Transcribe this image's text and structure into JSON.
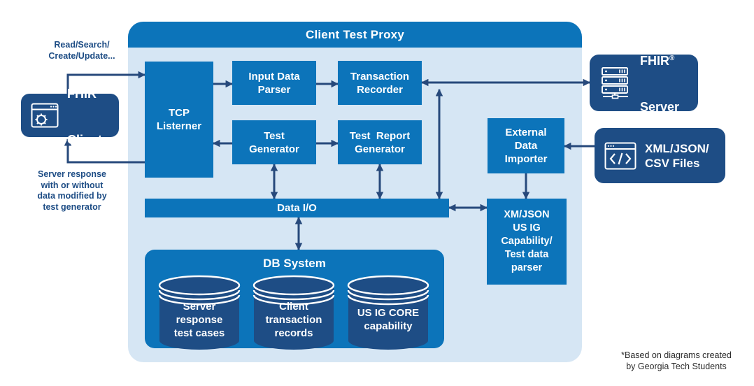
{
  "diagram": {
    "title": "Client Test Proxy",
    "colors": {
      "primary_blue": "#0c74ba",
      "navy": "#1e4d85",
      "arrow_navy": "#27497b",
      "container_light_blue": "#d6e6f4",
      "text_white": "#ffffff",
      "credit_text": "#2b2b2b"
    },
    "proxy": {
      "tcp_listener": "TCP\nListerner",
      "input_data_parser": "Input Data\nParser",
      "transaction_recorder": "Transaction\nRecorder",
      "test_generator": "Test\nGenerator",
      "test_report_generator": "Test  Report\nGenerator",
      "data_io": "Data I/O",
      "external_data_importer": "External\nData\nImporter",
      "xm_json_parser": "XM/JSON\nUS IG\nCapability/\nTest data\nparser",
      "db_system": {
        "title": "DB System",
        "databases": [
          "Server\nresponse\ntest cases",
          "Client\ntransaction\nrecords",
          "US IG CORE\ncapability"
        ]
      }
    },
    "external": {
      "fhir_client": {
        "title": "FHIR",
        "reg": "®",
        "subtitle": "Client"
      },
      "fhir_server": {
        "title": "FHIR",
        "reg": "®",
        "subtitle": "Server"
      },
      "xml_files": "XML/JSON/\nCSV Files"
    },
    "annotations": {
      "request_label": "Read/Search/\nCreate/Update...",
      "response_label": "Server response\nwith or without\ndata modified by\ntest generator",
      "credit": "*Based on diagrams created\nby Georgia Tech Students"
    },
    "icons": {
      "fhir_client_icon": "browser-gear-icon",
      "fhir_server_icon": "server-rack-icon",
      "xml_files_icon": "browser-code-icon"
    }
  }
}
